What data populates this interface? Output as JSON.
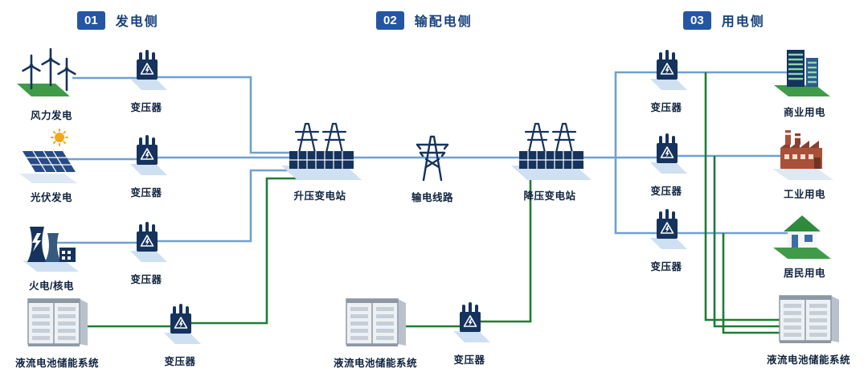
{
  "sections": [
    {
      "num": "01",
      "title": "发电侧"
    },
    {
      "num": "02",
      "title": "输配电侧"
    },
    {
      "num": "03",
      "title": "用电侧"
    }
  ],
  "labels": {
    "wind": "风力发电",
    "solar": "光伏发电",
    "thermal": "火电/核电",
    "storage": "液流电池储能系统",
    "transformer": "变压器",
    "step_up_substation": "升压变电站",
    "transmission_line": "输电线路",
    "step_down_substation": "降压变电站",
    "commercial": "商业用电",
    "industrial": "工业用电",
    "residential": "居民用电"
  },
  "colors": {
    "badge_blue": "#2456a4",
    "title_blue": "#16407e",
    "line_blue": "#70a0cf",
    "line_green": "#1e7c33",
    "icon_navy": "#16335e",
    "platform_blue": "#cfe0f2",
    "base_green": "#3f9b48",
    "label_dark": "#10233f"
  }
}
